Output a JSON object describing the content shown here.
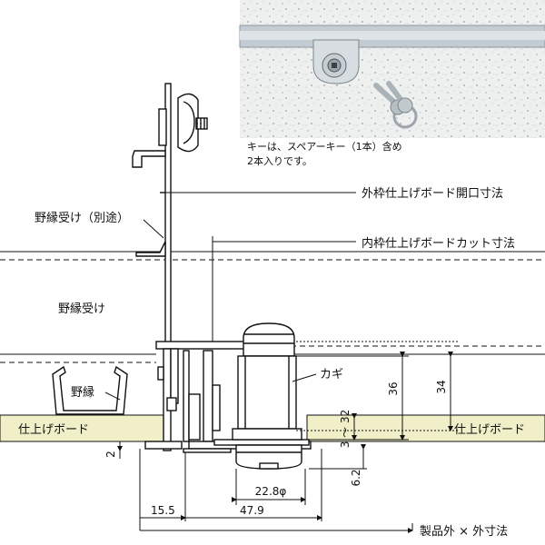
{
  "photo": {
    "caption_line1": "キーは、スペアーキー（1本）含め",
    "caption_line2": "2本入りです。"
  },
  "callouts": {
    "outer_frame_opening": "外枠仕上げボード開口寸法",
    "inner_frame_cut": "内枠仕上げボードカット寸法",
    "furring_receiver_separate": "野縁受け（別途）",
    "furring_receiver": "野縁受け",
    "furring": "野縁",
    "key": "カギ",
    "finish_board_left": "仕上げボード",
    "finish_board_right": "仕上げボード",
    "product_outer_dims": "製品外 × 外寸法"
  },
  "dimensions": {
    "d36": "36",
    "d34": "34",
    "d3_32": "3 ～ 32",
    "d2": "2",
    "d6_2": "6.2",
    "d22_8": "22.8φ",
    "d15_5": "15.5",
    "d47_9": "47.9"
  },
  "colors": {
    "board": "#f1efc8",
    "line": "#111111",
    "photo_bg": "#eceeee",
    "rail": "#b9c3c9"
  }
}
